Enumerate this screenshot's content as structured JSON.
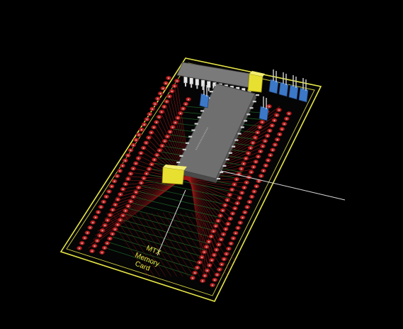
{
  "viewer": {
    "silkscreen_text": [
      "MTX",
      "Memory",
      "Card"
    ]
  },
  "colors": {
    "background": "#000000",
    "board_outline": "#e6e646",
    "trace_red": "#a01818",
    "trace_green": "#1f6a2a",
    "pad_red": "#c02020",
    "pad_gray": "#b0b0b0",
    "chip_body": "#6f6f6f",
    "capacitor_yellow": "#e8e030",
    "header_blue": "#3c78c8",
    "leader_line": "#d8d8d8"
  }
}
